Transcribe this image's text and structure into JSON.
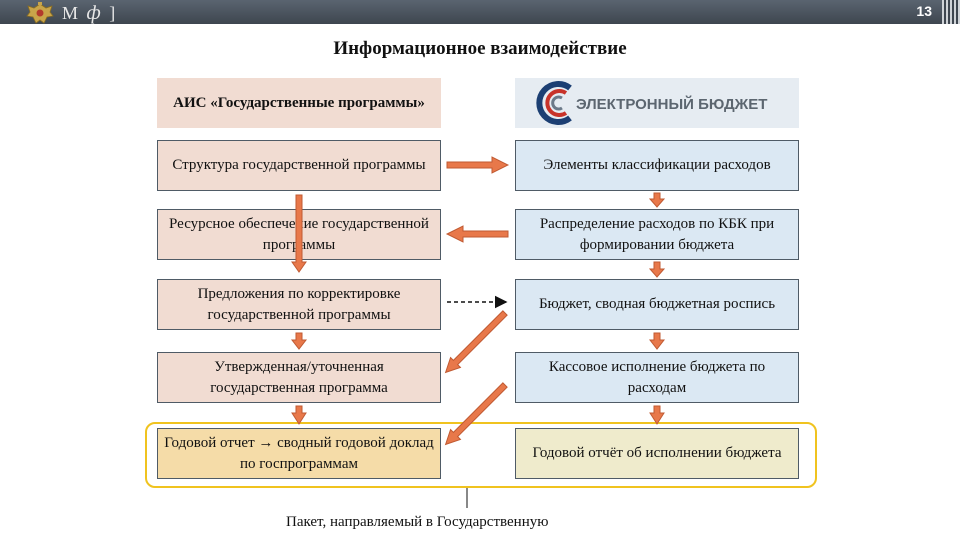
{
  "header": {
    "brand_m": "М",
    "brand_f": "ф",
    "brand_tail": "]",
    "page_number": "13"
  },
  "title": "Информационное взаимодействие",
  "columns": {
    "left_heading": "АИС «Государственные программы»",
    "right_logo_text": "ЭЛЕКТРОННЫЙ БЮДЖЕТ"
  },
  "rows": [
    {
      "left": "Структура государственной программы",
      "right": "Элементы классификации расходов"
    },
    {
      "left": "Ресурсное обеспечение государственной программы",
      "right": "Распределение расходов по КБК при формировании бюджета"
    },
    {
      "left": "Предложения по корректировке государственной программы",
      "right": "Бюджет, сводная бюджетная роспись"
    },
    {
      "left": "Утвержденная/уточненная государственная программа",
      "right": "Кассовое исполнение бюджета по расходам"
    },
    {
      "left": "Годовой отчет → сводный годовой доклад по госпрограммам",
      "right": "Годовой отчёт об исполнении бюджета"
    }
  ],
  "footer_note": "Пакет, направляемый в Государственную",
  "colors": {
    "left_fill": "#f1dcd2",
    "right_fill": "#dbe8f3",
    "arrow_orange": "#e8784a",
    "highlight_border": "#f0c31f"
  },
  "icons": [
    "emblem-icon",
    "electronic-budget-logo-icon"
  ]
}
